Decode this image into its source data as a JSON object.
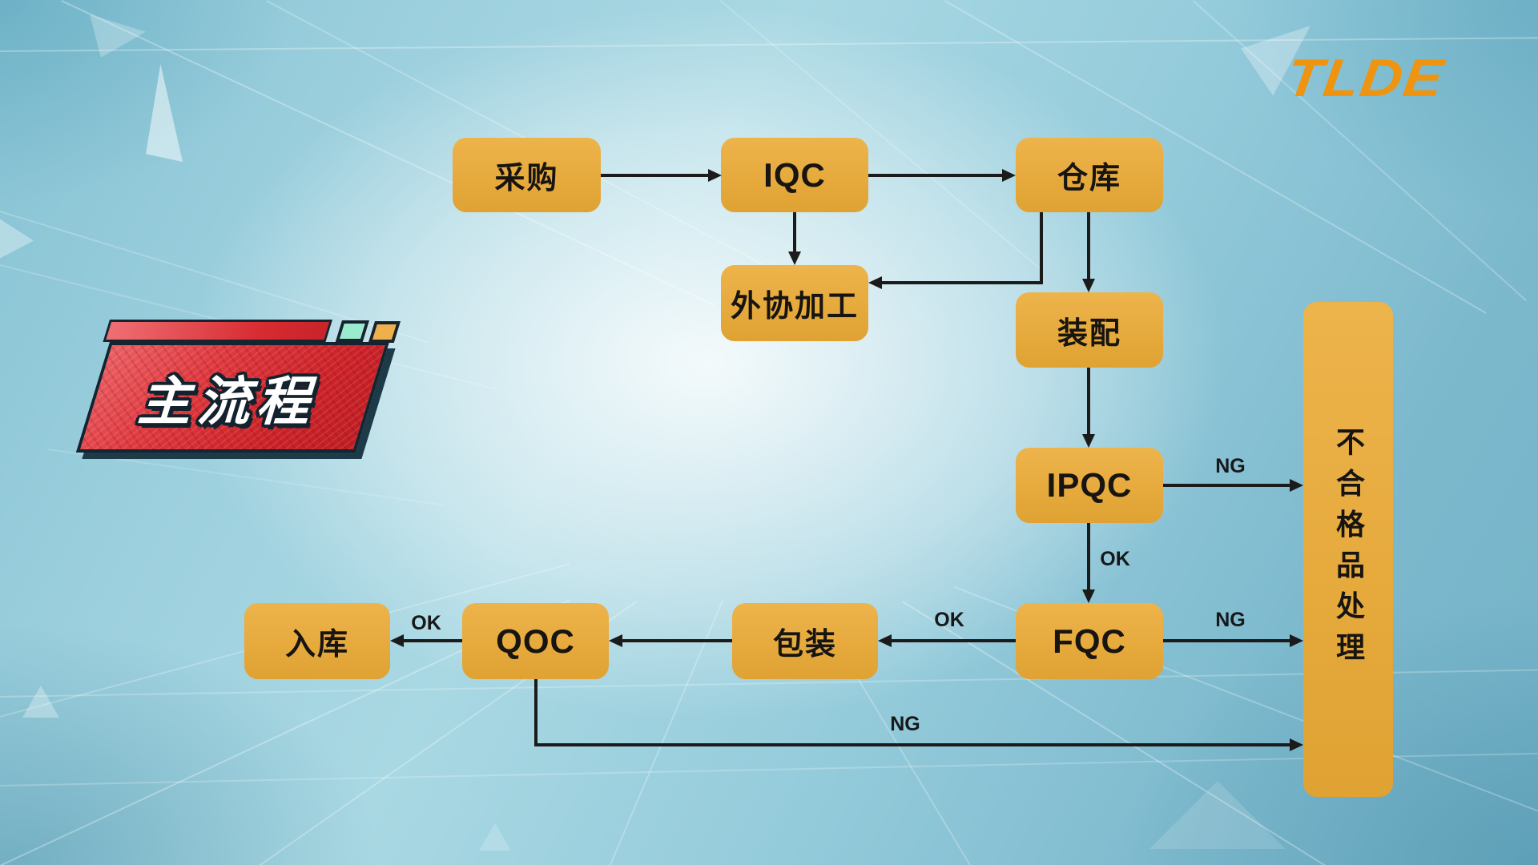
{
  "logo": {
    "text": "TLDE",
    "color": "#EE9410"
  },
  "banner": {
    "title": "主流程",
    "fill_red": "#CD2329",
    "outline": "#16242F",
    "accent_teal": "#9BEBCF",
    "accent_orange": "#EFAF4B"
  },
  "colors": {
    "node_fill": "#E6AA3D",
    "arrow": "#1B1B1B",
    "background": "#9ED2E0"
  },
  "flowchart": {
    "nodes": [
      {
        "id": "procurement",
        "label": "采购"
      },
      {
        "id": "iqc",
        "label": "IQC"
      },
      {
        "id": "warehouse",
        "label": "仓库"
      },
      {
        "id": "outsourcing",
        "label": "外协加工"
      },
      {
        "id": "assembly",
        "label": "装配"
      },
      {
        "id": "ipqc",
        "label": "IPQC"
      },
      {
        "id": "fqc",
        "label": "FQC"
      },
      {
        "id": "packaging",
        "label": "包装"
      },
      {
        "id": "qoc",
        "label": "QOC"
      },
      {
        "id": "warehousing-in",
        "label": "入库"
      },
      {
        "id": "defect-handling",
        "label": "不合格品处理"
      }
    ],
    "edges": [
      {
        "from": "采购",
        "to": "IQC",
        "label": ""
      },
      {
        "from": "IQC",
        "to": "仓库",
        "label": ""
      },
      {
        "from": "IQC",
        "to": "外协加工",
        "label": ""
      },
      {
        "from": "仓库",
        "to": "外协加工",
        "label": ""
      },
      {
        "from": "仓库",
        "to": "装配",
        "label": ""
      },
      {
        "from": "装配",
        "to": "IPQC",
        "label": ""
      },
      {
        "from": "IPQC",
        "to": "不合格品处理",
        "label": "NG"
      },
      {
        "from": "IPQC",
        "to": "FQC",
        "label": "OK"
      },
      {
        "from": "FQC",
        "to": "不合格品处理",
        "label": "NG"
      },
      {
        "from": "FQC",
        "to": "包装",
        "label": "OK"
      },
      {
        "from": "包装",
        "to": "QOC",
        "label": ""
      },
      {
        "from": "QOC",
        "to": "入库",
        "label": "OK"
      },
      {
        "from": "QOC",
        "to": "不合格品处理",
        "label": "NG"
      }
    ]
  }
}
